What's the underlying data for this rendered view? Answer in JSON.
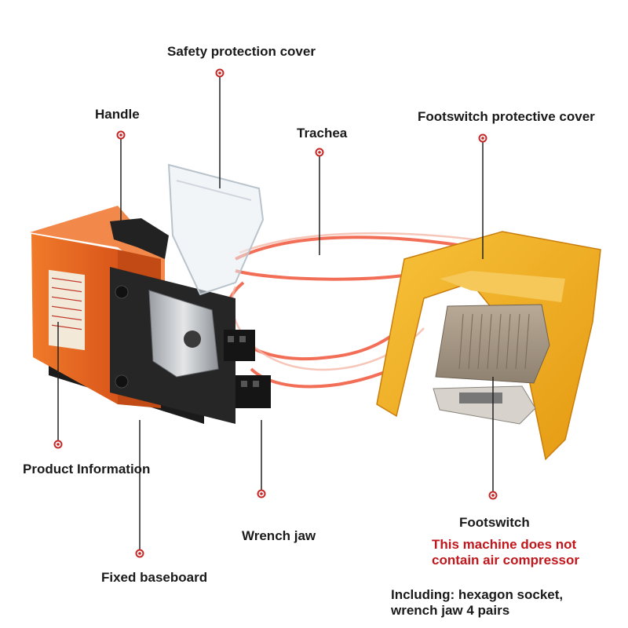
{
  "callouts": {
    "safety_cover": "Safety protection cover",
    "handle": "Handle",
    "trachea": "Trachea",
    "footswitch_cover": "Footswitch protective cover",
    "product_info": "Product Information",
    "wrench_jaw": "Wrench jaw",
    "footswitch": "Footswitch",
    "fixed_baseboard": "Fixed baseboard"
  },
  "notes": {
    "warning_line1": "This machine does not",
    "warning_line2": "contain air compressor",
    "included_line1": "Including: hexagon socket,",
    "included_line2": "wrench jaw 4 pairs"
  },
  "colors": {
    "machine_body": "#e8651c",
    "footswitch_cover": "#f2ae22",
    "hose": "#f0553a",
    "warning_text": "#c0171d",
    "callout_marker": "#c62828"
  }
}
